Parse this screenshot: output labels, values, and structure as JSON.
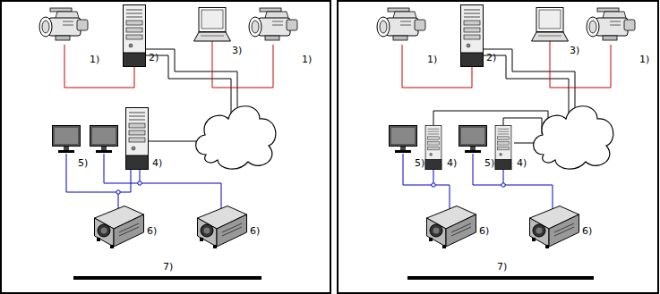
{
  "diagram": {
    "labels": [
      "1)",
      "2)",
      "3)",
      "1)",
      "5)",
      "4)",
      "6)",
      "6)",
      "7)",
      "1)",
      "2)",
      "3)",
      "1)",
      "5)",
      "4)",
      "5)",
      "4)",
      "6)",
      "6)",
      "7)"
    ]
  }
}
